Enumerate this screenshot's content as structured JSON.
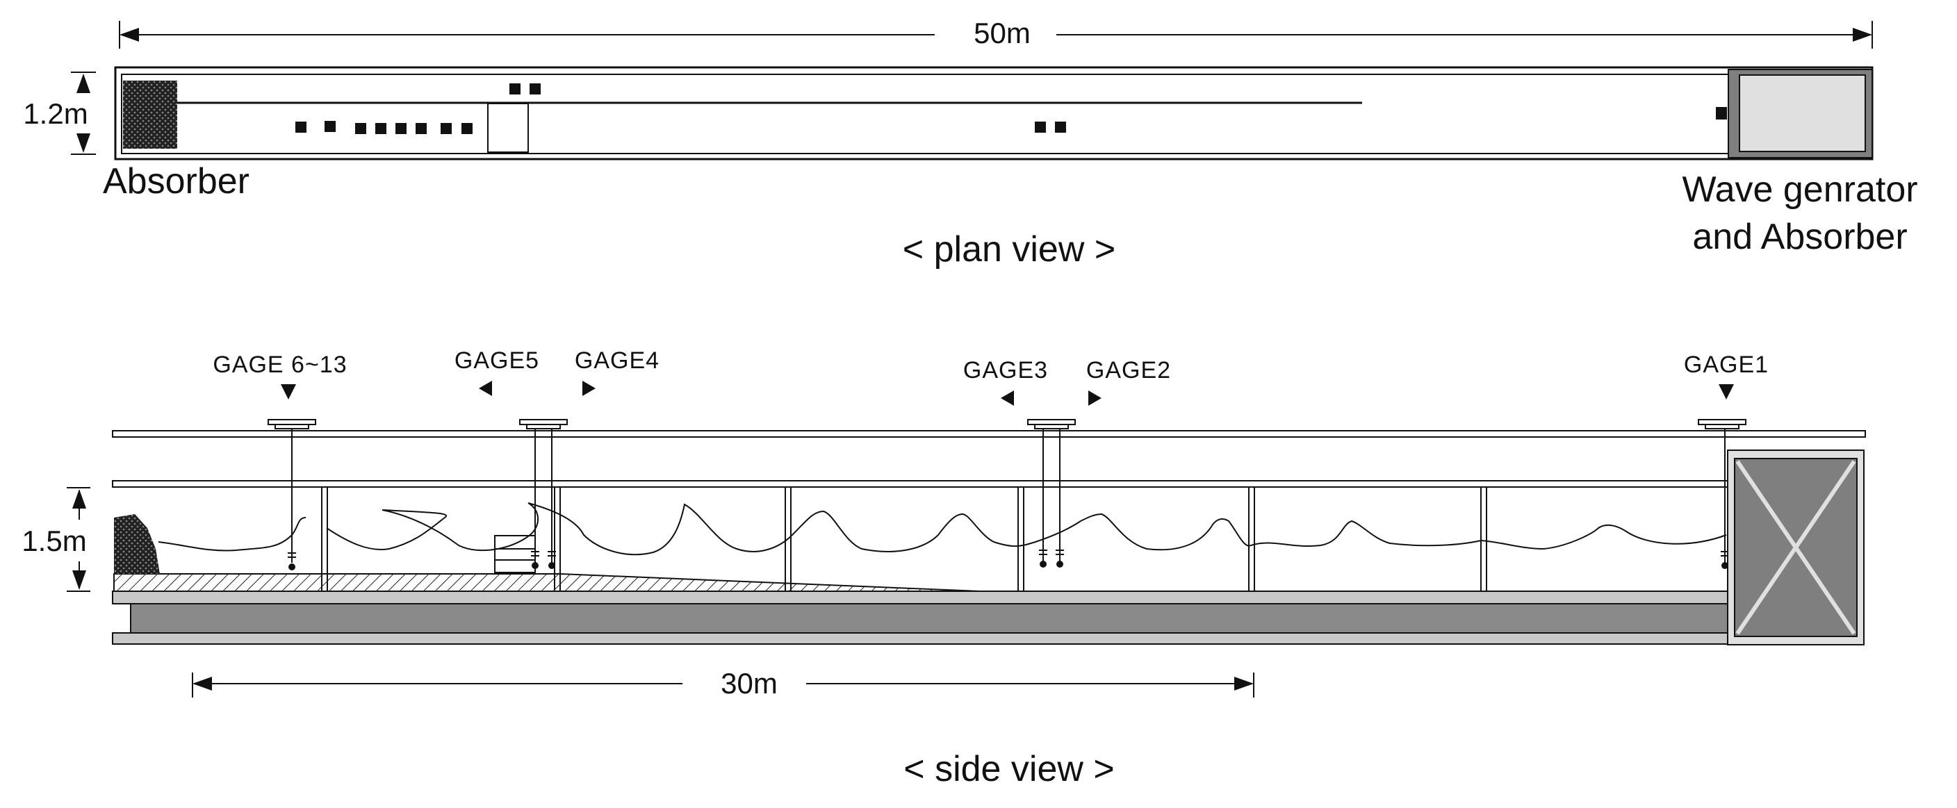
{
  "plan_view": {
    "length_label": "50m",
    "width_label": "1.2m",
    "absorber_label": "Absorber",
    "generator_label_line1": "Wave genrator",
    "generator_label_line2": "and Absorber",
    "caption": "< plan view >"
  },
  "side_view": {
    "height_label": "1.5m",
    "span_label": "30m",
    "caption": "< side view >",
    "gauges": [
      {
        "label": "GAGE 6~13"
      },
      {
        "label": "GAGE5"
      },
      {
        "label": "GAGE4"
      },
      {
        "label": "GAGE3"
      },
      {
        "label": "GAGE2"
      },
      {
        "label": "GAGE1"
      }
    ]
  },
  "colors": {
    "line": "#111111",
    "flume_bed": "#8a8a8a",
    "rail": "#c8c8c8",
    "generator_box": "#e0e0e0",
    "generator_side": "#7f7f7f"
  }
}
